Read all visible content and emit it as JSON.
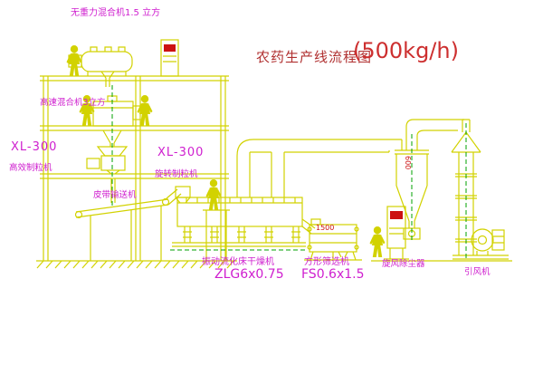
{
  "title": {
    "cn": "农药生产线流程图",
    "capacity": "(500kg/h)"
  },
  "labels": {
    "gravity_mixer": "无重力混合机1.5 立方",
    "highspeed_mixer": "高速混合机3立方",
    "granulator_left_model": "XL-300",
    "granulator_left_name": "高效制粒机",
    "granulator_mid_model": "XL-300",
    "granulator_mid_name": "旋转制粒机",
    "belt_conveyor": "皮带输送机",
    "dryer_name": "振动流化床干燥机",
    "dryer_model": "ZLG6x0.75",
    "sifter_name": "方形筛选机",
    "sifter_model": "FS0.6x1.5",
    "cyclone": "旋风除尘器",
    "fan": "引风机"
  },
  "dims": {
    "sifter": "1500",
    "cyclone": "600"
  },
  "icons": {
    "worker_figure": "worker-figure",
    "control_screen": "control-screen"
  },
  "colors": {
    "line": "#d2d200",
    "accent_green": "#00a000",
    "label": "#cf1fcf",
    "title": "#b03030",
    "capacity": "#cd2f2f",
    "screen_red": "#cc1111"
  }
}
